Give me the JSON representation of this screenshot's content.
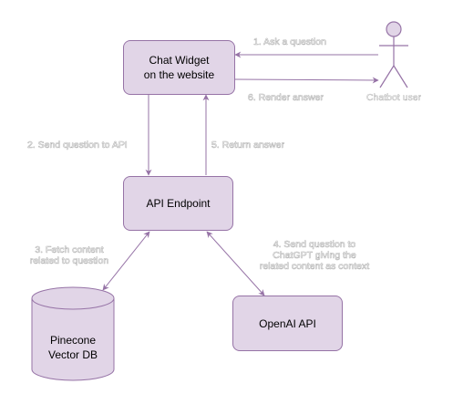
{
  "nodes": {
    "chat_widget": [
      "Chat Widget",
      "on the website"
    ],
    "api_endpoint": [
      "API Endpoint"
    ],
    "openai": [
      "OpenAI API"
    ],
    "pinecone": [
      "Pinecone",
      "Vector DB"
    ],
    "actor": "Chatbot user"
  },
  "edges": {
    "ask": "1. Ask a question",
    "send_api": "2. Send question to API",
    "fetch": [
      "3. Fetch content",
      "related to question"
    ],
    "send_chatgpt": [
      "4. Send question to",
      "ChatGPT giving the",
      "related content as context"
    ],
    "return": "5. Return answer",
    "render": "6. Render answer"
  },
  "colors": {
    "fill": "#e1d5e7",
    "stroke": "#9673a6"
  }
}
